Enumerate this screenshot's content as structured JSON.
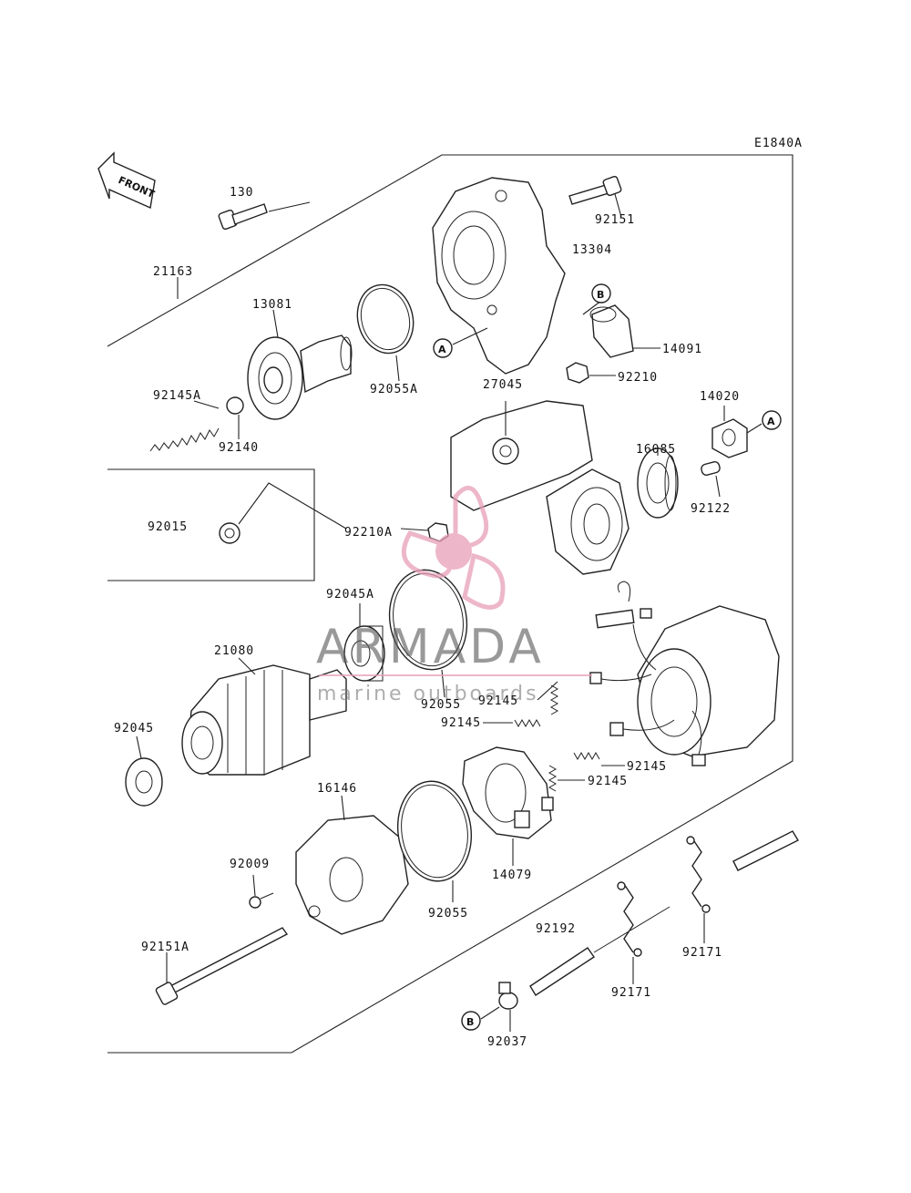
{
  "diagram_id": "E1840A",
  "direction_label": "FRONT",
  "watermark": {
    "brand": "ARMADA",
    "tagline": "marine outboards",
    "accent": "#e8a0b8"
  },
  "parts": {
    "p130": "130",
    "p21163": "21163",
    "p13081": "13081",
    "p92055A": "92055A",
    "p92145A": "92145A",
    "p92140": "92140",
    "p92015": "92015",
    "p92210A": "92210A",
    "p92151": "92151",
    "p13304": "13304",
    "pB1": "B",
    "pA1": "A",
    "p14091": "14091",
    "p92210": "92210",
    "p27045": "27045",
    "p14020": "14020",
    "pA2": "A",
    "p16085": "16085",
    "p92122": "92122",
    "p92045A": "92045A",
    "p21080": "21080",
    "p92055_top": "92055",
    "p92145_a": "92145",
    "p92145_b": "92145",
    "p92145_c": "92145",
    "p92145_d": "92145",
    "p92045": "92045",
    "p16146": "16146",
    "p92009": "92009",
    "p92055_bot": "92055",
    "p14079": "14079",
    "p92192": "92192",
    "p92171_a": "92171",
    "p92171_b": "92171",
    "p92151A": "92151A",
    "pB2": "B",
    "p92037": "92037"
  }
}
